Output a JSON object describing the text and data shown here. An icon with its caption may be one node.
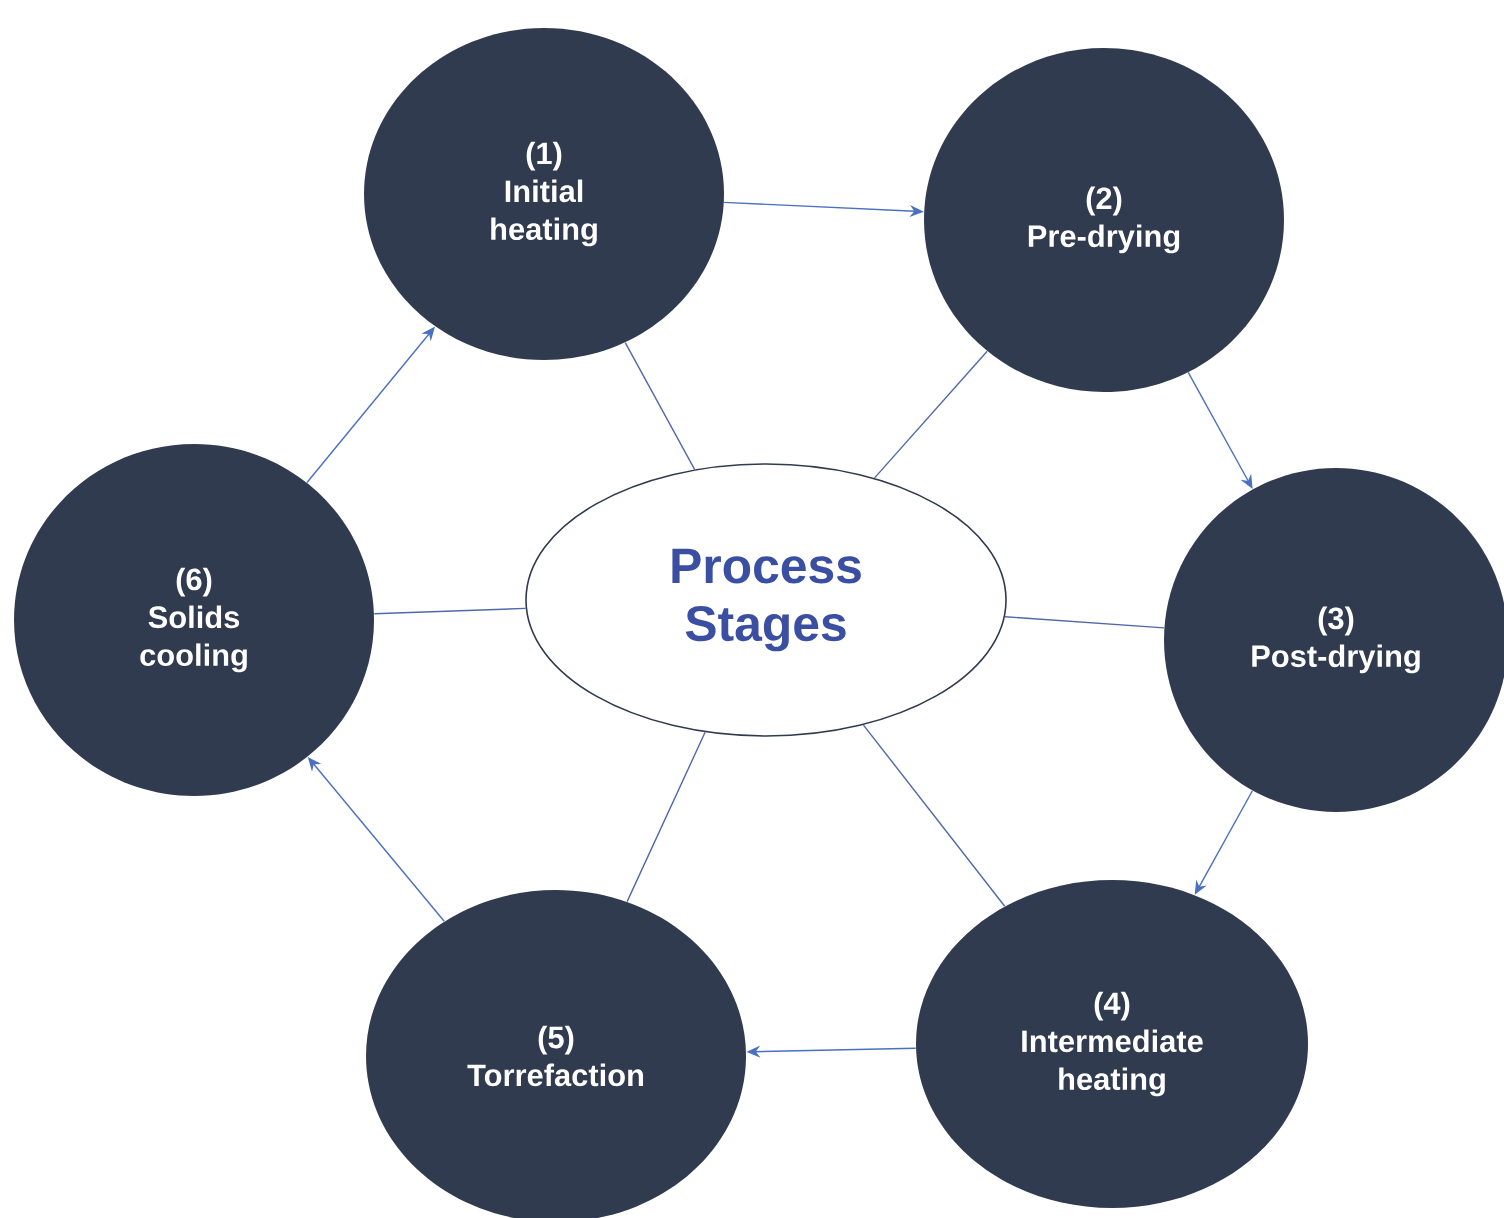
{
  "diagram": {
    "nodes": [
      {
        "text": [
          "Process Stages"
        ]
      },
      {
        "text": [
          "(1)",
          "Initial heating"
        ]
      },
      {
        "text": [
          "(2)",
          "Pre-drying"
        ]
      },
      {
        "text": [
          "(3)",
          "Post-drying"
        ]
      },
      {
        "text": [
          "(4)",
          "Intermediate heating"
        ]
      },
      {
        "text": [
          "(5)",
          "Torrefaction"
        ]
      },
      {
        "text": [
          "(6)",
          "Solids cooling"
        ]
      }
    ],
    "edges": [
      {
        "from": 1,
        "to": 2,
        "arrow": "to"
      },
      {
        "from": 2,
        "to": 3,
        "arrow": "to"
      },
      {
        "from": 3,
        "to": 4,
        "arrow": "to"
      },
      {
        "from": 4,
        "to": 5,
        "arrow": "to"
      },
      {
        "from": 5,
        "to": 6,
        "arrow": "to"
      },
      {
        "from": 6,
        "to": 1,
        "arrow": "to"
      },
      {
        "from": 0,
        "to": 1,
        "arrow": "none"
      },
      {
        "from": 0,
        "to": 2,
        "arrow": "none"
      },
      {
        "from": 0,
        "to": 3,
        "arrow": "none"
      },
      {
        "from": 0,
        "to": 4,
        "arrow": "none"
      },
      {
        "from": 0,
        "to": 5,
        "arrow": "none"
      },
      {
        "from": 0,
        "to": 6,
        "arrow": "none"
      }
    ]
  }
}
